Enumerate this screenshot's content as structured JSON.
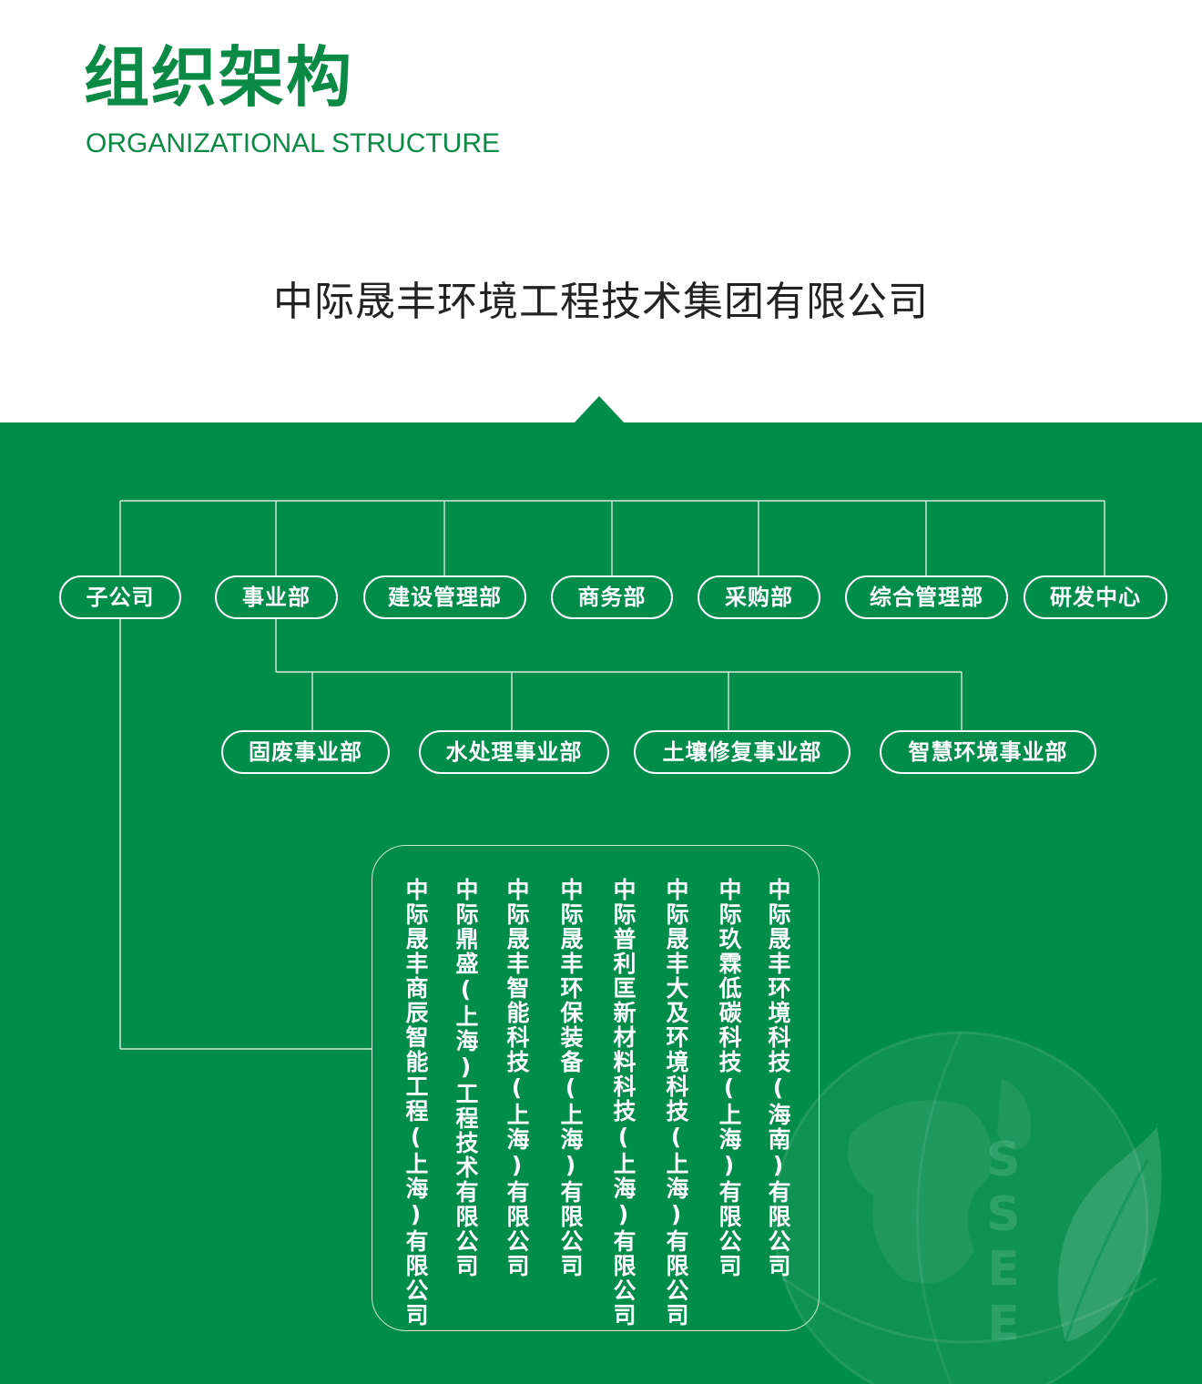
{
  "header": {
    "title_cn": "组织架构",
    "title_en": "ORGANIZATIONAL STRUCTURE"
  },
  "company_name": "中际晟丰环境工程技术集团有限公司",
  "departments": [
    "子公司",
    "事业部",
    "建设管理部",
    "商务部",
    "采购部",
    "综合管理部",
    "研发中心"
  ],
  "business_units": [
    "固废事业部",
    "水处理事业部",
    "土壤修复事业部",
    "智慧环境事业部"
  ],
  "subsidiaries": [
    "中际晟丰环境科技(海南)有限公司",
    "中际玖霖低碳科技(上海)有限公司",
    "中际晟丰大及环境科技(上海)有限公司",
    "中际普利匡新材料科技(上海)有限公司",
    "中际晟丰环保装备(上海)有限公司",
    "中际晟丰智能科技(上海)有限公司",
    "中际鼎盛(上海)工程技术有限公司",
    "中际晟丰商辰智能工程(上海)有限公司"
  ],
  "watermark_text": "SSEE",
  "colors": {
    "brand_green": "#0b8a45",
    "panel_green": "#008c4a",
    "line": "#cfe9d9"
  }
}
